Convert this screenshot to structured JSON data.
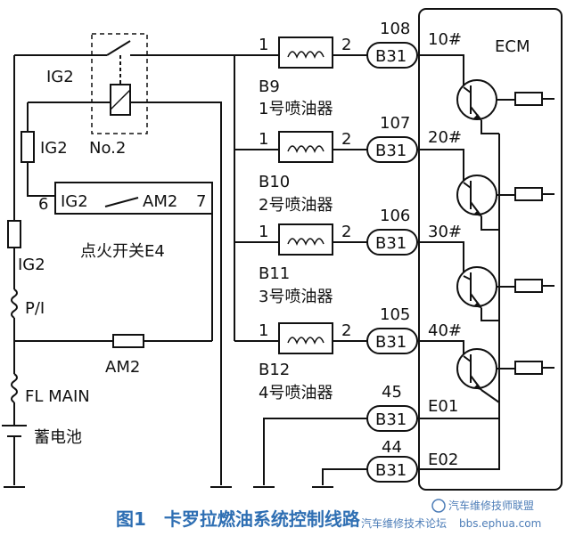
{
  "ecm_label": "ECM",
  "relay": {
    "name": "IG2",
    "number": "No.2"
  },
  "fuses": {
    "ig2_top": "IG2",
    "ig2_lower": "IG2",
    "p_i": "P/I",
    "am2": "AM2",
    "fl_main": "FL MAIN"
  },
  "battery_label": "蓄电池",
  "ignition_switch": {
    "pin_left": "6",
    "left": "IG2",
    "right": "AM2",
    "pin_right": "7",
    "name": "点火开关E4"
  },
  "injectors": [
    {
      "code": "B9",
      "name": "1号喷油器",
      "pin1": "1",
      "pin2": "2",
      "terminal": "108",
      "connector": "B31",
      "ecm_pin": "10#"
    },
    {
      "code": "B10",
      "name": "2号喷油器",
      "pin1": "1",
      "pin2": "2",
      "terminal": "107",
      "connector": "B31",
      "ecm_pin": "20#"
    },
    {
      "code": "B11",
      "name": "3号喷油器",
      "pin1": "1",
      "pin2": "2",
      "terminal": "106",
      "connector": "B31",
      "ecm_pin": "30#"
    },
    {
      "code": "B12",
      "name": "4号喷油器",
      "pin1": "1",
      "pin2": "2",
      "terminal": "105",
      "connector": "B31",
      "ecm_pin": "40#"
    }
  ],
  "grounds": [
    {
      "terminal": "45",
      "connector": "B31",
      "label": "E01"
    },
    {
      "terminal": "44",
      "connector": "B31",
      "label": "E02"
    }
  ],
  "caption": "图1　卡罗拉燃油系统控制线路",
  "watermark": {
    "line1": "汽车维修技师联盟",
    "line2": "汽车维修技术论坛",
    "site": "bbs.ephua.com"
  }
}
